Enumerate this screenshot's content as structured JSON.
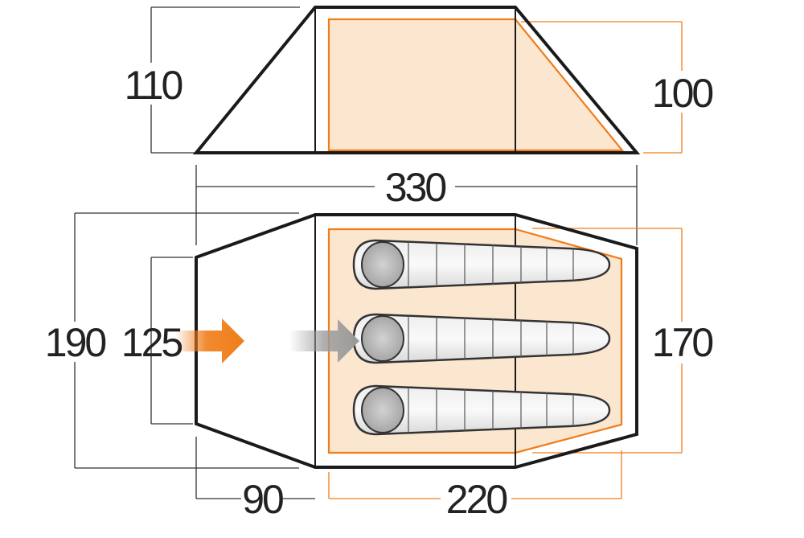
{
  "diagram": {
    "side_view": {
      "height_left": "110",
      "height_inner": "100",
      "total_length": "330"
    },
    "floor_plan": {
      "width_total": "190",
      "width_porch": "125",
      "width_inner": "170",
      "porch_length": "90",
      "inner_length": "220",
      "sleeping_bags": 3
    },
    "colors": {
      "outline": "#1a1a1a",
      "inner_tent": "#f07d1a",
      "inner_fill": "#fbe6cf",
      "dim_line": "#333333",
      "entry_arrow": "#f07d1a",
      "inner_arrow": "#a9a9a9"
    }
  }
}
